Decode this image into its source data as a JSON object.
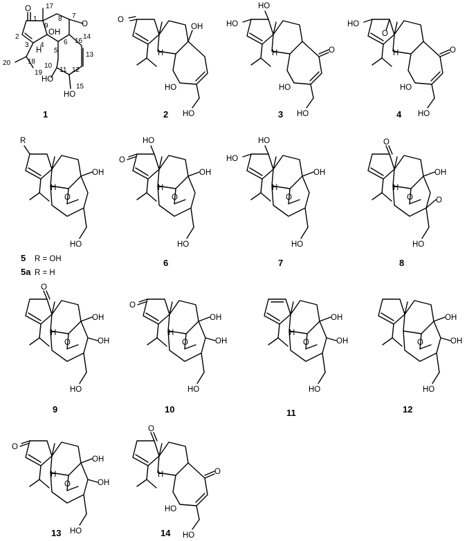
{
  "compound_labels": [
    "1",
    "2",
    "3",
    "4",
    "5",
    "6",
    "7",
    "8",
    "9",
    "10",
    "11",
    "12",
    "13",
    "14"
  ],
  "r_group": {
    "r_symbol": "R",
    "variant_5": "5",
    "variant_5_text": "R = OH",
    "variant_5a": "5a",
    "variant_5a_text": "R = H"
  },
  "atoms": {
    "oxygen": "O",
    "hydroxyl_left": "HO",
    "hydroxyl_right": "OH",
    "hydrogen": "H"
  },
  "atom_numbers_1": [
    "1",
    "2",
    "3",
    "4",
    "5",
    "6",
    "7",
    "8",
    "9",
    "10",
    "11",
    "12",
    "13",
    "14",
    "15",
    "16",
    "17",
    "18",
    "19",
    "20"
  ]
}
